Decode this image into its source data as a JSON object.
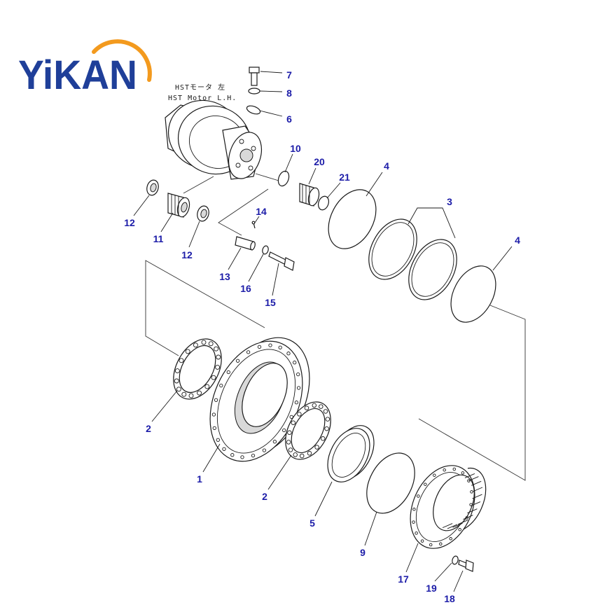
{
  "logo": {
    "text": "YiKAN",
    "color": "#1f3f99",
    "arc_color": "#f39a1e"
  },
  "caption": {
    "line1": "HSTモータ 左",
    "line2": "HST Motor L.H."
  },
  "callouts": [
    "7",
    "8",
    "6",
    "10",
    "20",
    "21",
    "4",
    "3",
    "4",
    "12",
    "11",
    "12",
    "14",
    "13",
    "16",
    "15",
    "2",
    "1",
    "2",
    "5",
    "9",
    "17",
    "19",
    "18"
  ],
  "label_color": "#1c1ca8"
}
